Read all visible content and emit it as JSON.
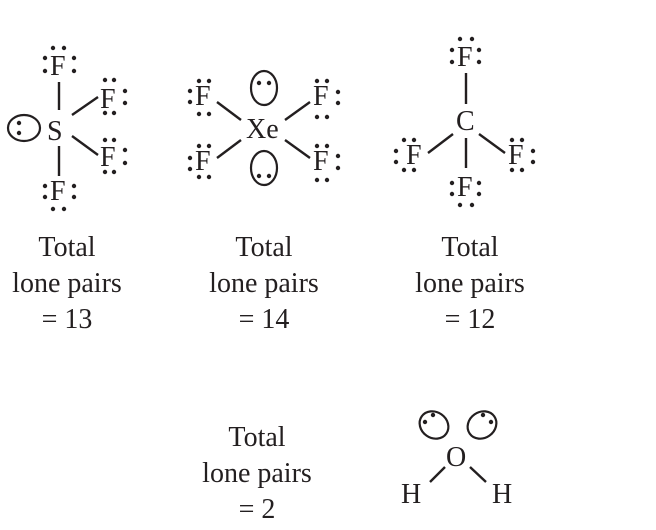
{
  "molecules": [
    {
      "id": "SF4",
      "central_atom": "S",
      "ligands": [
        "F",
        "F",
        "F",
        "F"
      ],
      "central_lone_pairs": 1,
      "label": {
        "line1": "Total",
        "line2": "lone pairs",
        "line3": "= 13"
      }
    },
    {
      "id": "XeF4",
      "central_atom": "Xe",
      "ligands": [
        "F",
        "F",
        "F",
        "F"
      ],
      "central_lone_pairs": 2,
      "label": {
        "line1": "Total",
        "line2": "lone pairs",
        "line3": "= 14"
      }
    },
    {
      "id": "CF4",
      "central_atom": "C",
      "ligands": [
        "F",
        "F",
        "F",
        "F"
      ],
      "central_lone_pairs": 0,
      "label": {
        "line1": "Total",
        "line2": "lone pairs",
        "line3": "= 12"
      }
    },
    {
      "id": "H2O",
      "central_atom": "O",
      "ligands": [
        "H",
        "H"
      ],
      "central_lone_pairs": 2,
      "label": {
        "line1": "Total",
        "line2": "lone pairs",
        "line3": "= 2"
      }
    }
  ],
  "colors": {
    "ink": "#231f20",
    "background": "#ffffff"
  }
}
